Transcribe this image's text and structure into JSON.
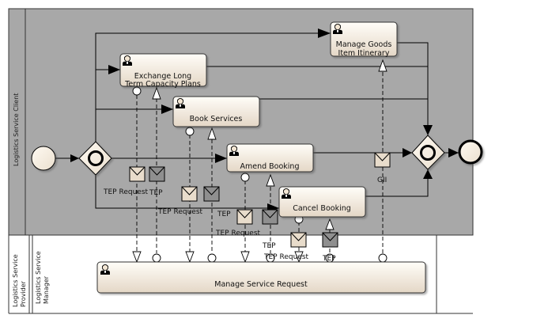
{
  "pools": {
    "client": {
      "lane": "Logistics Service Client"
    },
    "provider": {
      "pool": "Logistics Service Provider",
      "lane": "Logistics Service Manager"
    }
  },
  "tasks": {
    "exchange": [
      "Exchange Long",
      "Term Capacity Plans"
    ],
    "manage_goods": [
      "Manage Goods",
      "Item Itinerary"
    ],
    "book": [
      "Book Services"
    ],
    "amend": [
      "Amend Booking"
    ],
    "cancel": [
      "Cancel Booking"
    ],
    "manage_request": [
      "Manage Service Request"
    ]
  },
  "messages": {
    "tep_request": "TEP Request",
    "tep": "TEP",
    "gii": "GII"
  },
  "icons": {
    "task": "user-task-icon",
    "message": "envelope-icon",
    "start": "start-event-icon",
    "end": "end-event-icon",
    "gateway": "parallel-gateway-icon"
  },
  "colors": {
    "pool_fill": "#a8a8a8",
    "task_top": "#fffdf8",
    "task_bottom": "#e4d7c6",
    "envelope_light": "#e8dccb",
    "envelope_dark": "#8f8f8f"
  }
}
